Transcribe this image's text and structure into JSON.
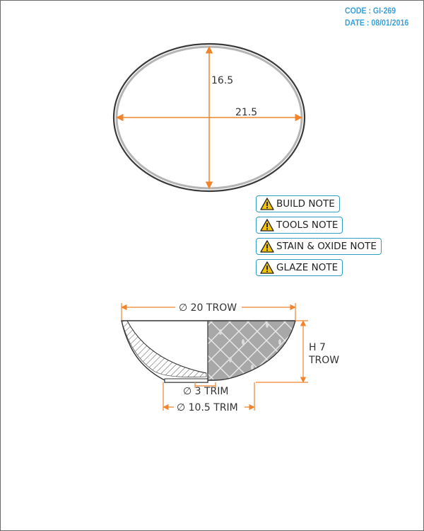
{
  "header": {
    "code": "CODE : GI-269",
    "date": "DATE : 08/01/2016"
  },
  "top_view": {
    "height_label": "16.5",
    "width_label": "21.5"
  },
  "notes": [
    {
      "label": "BUILD NOTE"
    },
    {
      "label": "TOOLS NOTE"
    },
    {
      "label": "STAIN & OXIDE NOTE"
    },
    {
      "label": "GLAZE NOTE"
    }
  ],
  "side_view": {
    "top_diameter_label": "∅ 20 TROW",
    "height_label_line1": "H 7",
    "height_label_line2": "TROW",
    "trim_inner_label": "∅ 3 TRIM",
    "trim_outer_label": "∅ 10.5 TRIM"
  },
  "colors": {
    "accent_blue": "#3aa0d8",
    "note_border": "#2f9fc6",
    "dimension_orange": "#f0852d",
    "warning_yellow": "#f5c400"
  },
  "icons": {
    "note_icon": "warning-triangle-icon"
  }
}
